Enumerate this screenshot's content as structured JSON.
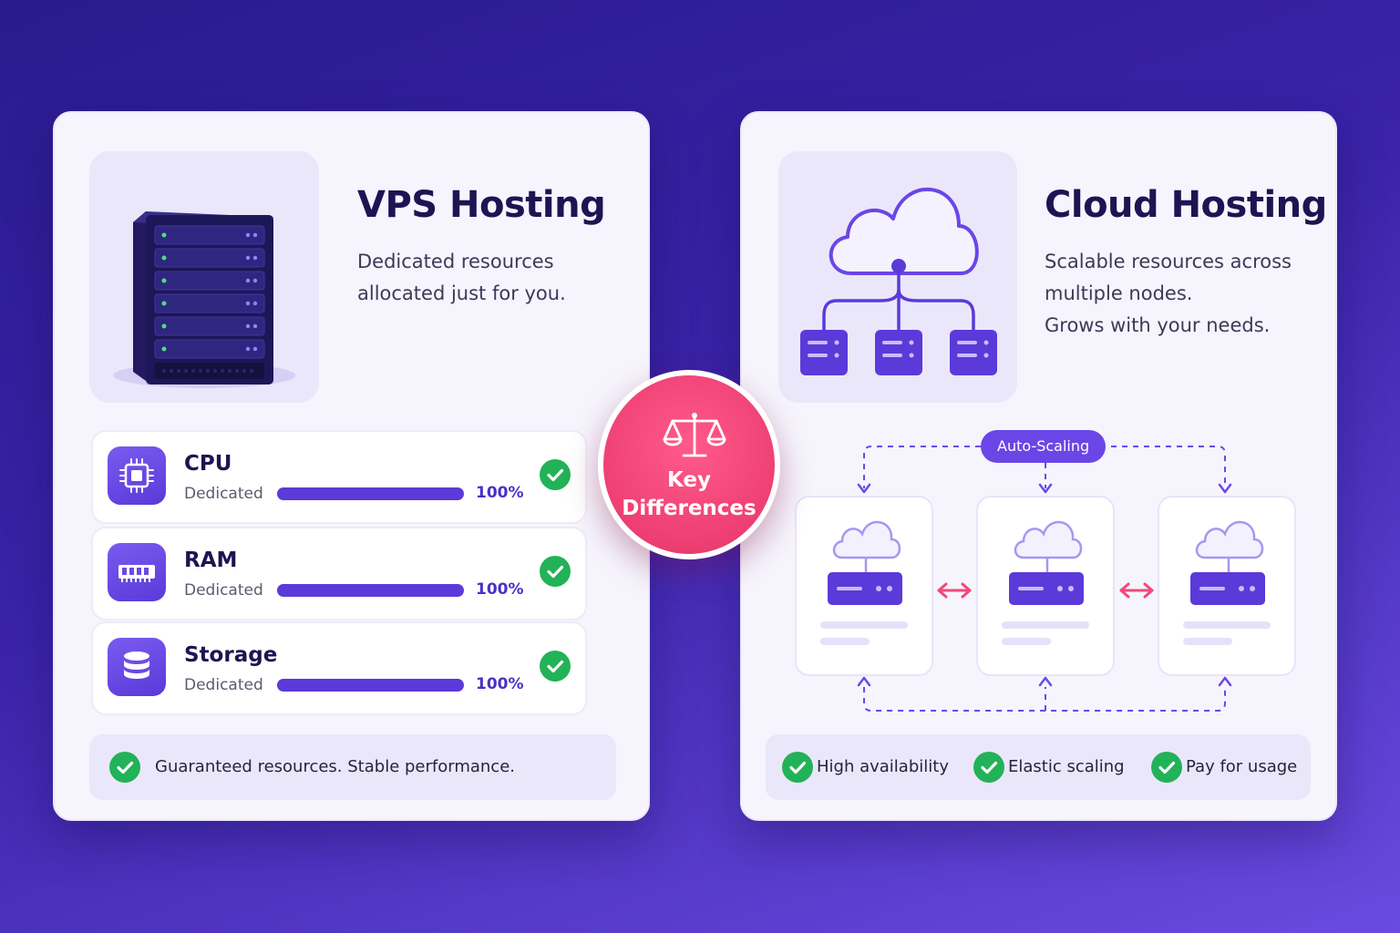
{
  "colors": {
    "accent": "#5b3ad9",
    "badge": "#ee3f72",
    "check": "#22b257",
    "title": "#1d1452"
  },
  "center_badge": {
    "line1": "Key",
    "line2": "Differences",
    "icon": "scale-icon"
  },
  "vps": {
    "title": "VPS Hosting",
    "desc_line1": "Dedicated resources",
    "desc_line2": "allocated just for you.",
    "hero_icon": "server-rack-icon",
    "resources": [
      {
        "name": "CPU",
        "label": "Dedicated",
        "percent": 100,
        "percent_text": "100%",
        "icon": "cpu-chip-icon"
      },
      {
        "name": "RAM",
        "label": "Dedicated",
        "percent": 100,
        "percent_text": "100%",
        "icon": "ram-module-icon"
      },
      {
        "name": "Storage",
        "label": "Dedicated",
        "percent": 100,
        "percent_text": "100%",
        "icon": "database-icon"
      }
    ],
    "footer": "Guaranteed resources. Stable performance."
  },
  "cloud": {
    "title": "Cloud Hosting",
    "desc_line1": "Scalable resources across",
    "desc_line2": "multiple nodes.",
    "desc_line3": "Grows with your needs.",
    "hero_icon": "cloud-network-icon",
    "scaling_label": "Auto-Scaling",
    "features": [
      "High availability",
      "Elastic scaling",
      "Pay for usage"
    ]
  }
}
